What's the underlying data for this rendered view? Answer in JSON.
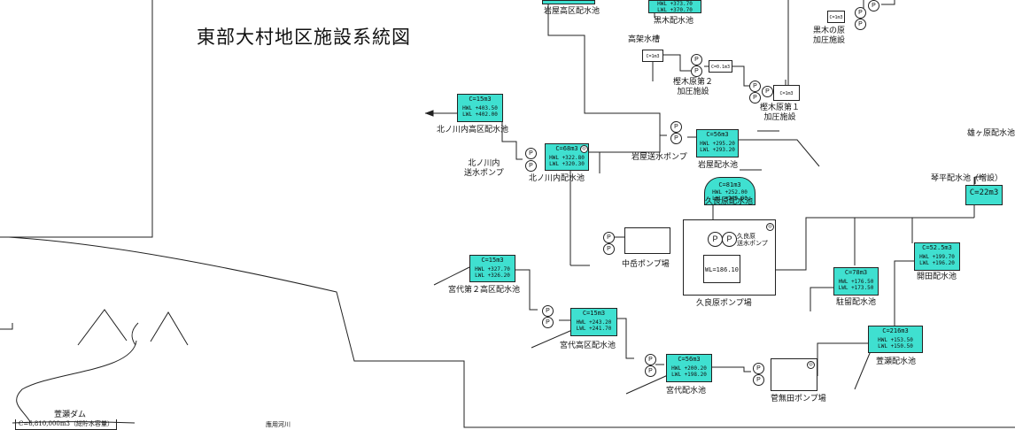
{
  "title": "東部大村地区施設系統図",
  "colors": {
    "tank_fill": "#3fe0d0",
    "line": "#222222",
    "background": "#ffffff"
  },
  "pump_symbol": "P",
  "gauge_symbol": "◎",
  "facilities": {
    "iwaya_high": {
      "name": "岩屋高区配水池"
    },
    "kuroki": {
      "hwl": "HWL +373.70",
      "lwl": "LWL +370.70",
      "name": "黒木配水池"
    },
    "kuroki_booster": {
      "cap": "C=1m3",
      "name": "黒木の原\n加圧施設"
    },
    "elevated_tank": {
      "name": "高架水槽",
      "cap": "C=1m3"
    },
    "kashinoki_2": {
      "cap": "C=0.1m3",
      "name": "樫木原第２\n加圧施設"
    },
    "kashinoki_1": {
      "cap": "C=1m3",
      "name": "樫木原第１\n加圧施設"
    },
    "kitanokawa_high": {
      "cap": "C=15m3",
      "hwl": "HWL +403.50",
      "lwl": "LWL +402.00",
      "name": "北ノ川内高区配水池"
    },
    "kitanokawa_pump": {
      "name": "北ノ川内\n送水ポンプ"
    },
    "kitanokawa": {
      "cap": "C=68m3",
      "hwl": "HWL +322.80",
      "lwl": "LWL +320.30",
      "name": "北ノ川内配水池"
    },
    "iwaya_pump": {
      "name": "岩屋送水ポンプ"
    },
    "iwaya": {
      "cap": "C=56m3",
      "hwl": "HWL +295.20",
      "lwl": "LWL +293.20",
      "name": "岩屋配水池"
    },
    "kura": {
      "cap": "C=81m3",
      "hwl": "HWL +252.00",
      "lwl": "LWL +249.00",
      "name": "久良原配水池"
    },
    "kura_pump": {
      "name": "久良原\n送水ポンプ",
      "wl": "WL=186.10",
      "station": "久良原ポンプ場"
    },
    "nakadake": {
      "name": "中岳ポンプ場"
    },
    "kotohira": {
      "cap": "C=22m3",
      "name": "琴平配水池（増設）"
    },
    "ogahara": {
      "name": "雄ヶ原配水池"
    },
    "kaida": {
      "cap": "C=52.5m3",
      "hwl": "HWL +199.70",
      "lwl": "LWL +196.20",
      "name": "開田配水池"
    },
    "churyu": {
      "cap": "C=78m3",
      "hwl": "HWL +176.50",
      "lwl": "LWL +173.50",
      "name": "駐留配水池"
    },
    "miyashiro_2high": {
      "cap": "C=15m3",
      "hwl": "HWL +327.70",
      "lwl": "LWL +326.20",
      "name": "宮代第２高区配水池"
    },
    "miyashiro_high": {
      "cap": "C=15m3",
      "hwl": "HWL +243.20",
      "lwl": "LWL +241.70",
      "name": "宮代高区配水池"
    },
    "miyashiro": {
      "cap": "C=56m3",
      "hwl": "HWL +200.20",
      "lwl": "LWL +198.20",
      "name": "宮代配水池"
    },
    "kayase_tank": {
      "cap": "C=216m3",
      "hwl": "HWL +153.50",
      "lwl": "LWL +150.50",
      "name": "萱瀬配水池"
    },
    "sugenasheda": {
      "name": "菅無田ポンプ場"
    },
    "dam": {
      "name": "萱瀬ダム",
      "cap": "C=6,810,000m3（総貯水容量）"
    },
    "river": {
      "name": "應用河川"
    }
  }
}
